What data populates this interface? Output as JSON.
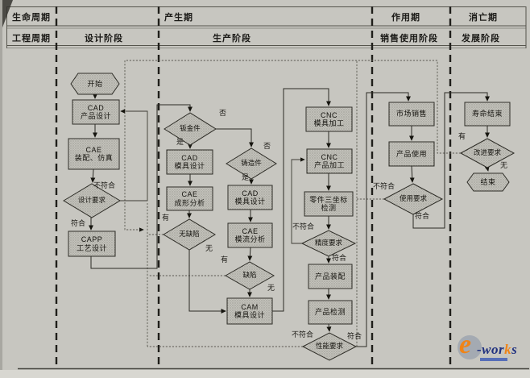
{
  "header": {
    "life_cycle": "生命周期",
    "engineering_cycle": "工程周期",
    "phase_birth": "产生期",
    "phase_action": "作用期",
    "phase_death": "消亡期",
    "stage_design": "设计阶段",
    "stage_production": "生产阶段",
    "stage_sales_use": "销售使用阶段",
    "stage_development": "发展阶段"
  },
  "nodes": {
    "start": {
      "lines": [
        "开始"
      ]
    },
    "cad_product": {
      "lines": [
        "CAD",
        "产品设计"
      ]
    },
    "cae_assembly": {
      "lines": [
        "CAE",
        "装配、仿真"
      ]
    },
    "design_req": {
      "lines": [
        "设计要求"
      ]
    },
    "capp": {
      "lines": [
        "CAPP",
        "工艺设计"
      ]
    },
    "sheet_metal": {
      "lines": [
        "钣金件"
      ]
    },
    "cad_mold_sheet": {
      "lines": [
        "CAD",
        "模具设计"
      ]
    },
    "cae_forming": {
      "lines": [
        "CAE",
        "成形分析"
      ]
    },
    "no_defect": {
      "lines": [
        "无缺陷"
      ]
    },
    "casting": {
      "lines": [
        "铸造件"
      ]
    },
    "cad_mold_cast": {
      "lines": [
        "CAD",
        "模具设计"
      ]
    },
    "cae_moldflow": {
      "lines": [
        "CAE",
        "模流分析"
      ]
    },
    "defect": {
      "lines": [
        "缺陷"
      ]
    },
    "cam_mold": {
      "lines": [
        "CAM",
        "模具设计"
      ]
    },
    "cnc_mold": {
      "lines": [
        "CNC",
        "模具加工"
      ]
    },
    "cnc_product": {
      "lines": [
        "CNC",
        "产品加工"
      ]
    },
    "cmm_inspect": {
      "lines": [
        "零件三坐标",
        "检测"
      ]
    },
    "precision_req": {
      "lines": [
        "精度要求"
      ]
    },
    "assembly": {
      "lines": [
        "产品装配"
      ]
    },
    "product_test": {
      "lines": [
        "产品检测"
      ]
    },
    "perf_req": {
      "lines": [
        "性能要求"
      ]
    },
    "market_sales": {
      "lines": [
        "市场销售"
      ]
    },
    "product_use": {
      "lines": [
        "产品使用"
      ]
    },
    "use_req": {
      "lines": [
        "使用要求"
      ]
    },
    "life_end": {
      "lines": [
        "寿命结束"
      ]
    },
    "improve_req": {
      "lines": [
        "改进要求"
      ]
    },
    "end": {
      "lines": [
        "结束"
      ]
    }
  },
  "branch_labels": {
    "design_req_fail": "不符合",
    "design_req_pass": "符合",
    "sheet_no": "否",
    "sheet_yes": "是",
    "cast_no": "否",
    "cast_yes": "是",
    "nodefect_has": "有",
    "nodefect_none": "无",
    "defect_has": "有",
    "defect_none": "无",
    "precision_fail": "不符合",
    "precision_pass": "符合",
    "perf_fail": "不符合",
    "perf_pass": "符合",
    "use_fail": "不符合",
    "use_pass": "符合",
    "improve_has": "有",
    "improve_none": "无"
  },
  "watermark": {
    "e_letter": "e",
    "dash_wor": "-wor",
    "k": "k",
    "s": "s"
  }
}
